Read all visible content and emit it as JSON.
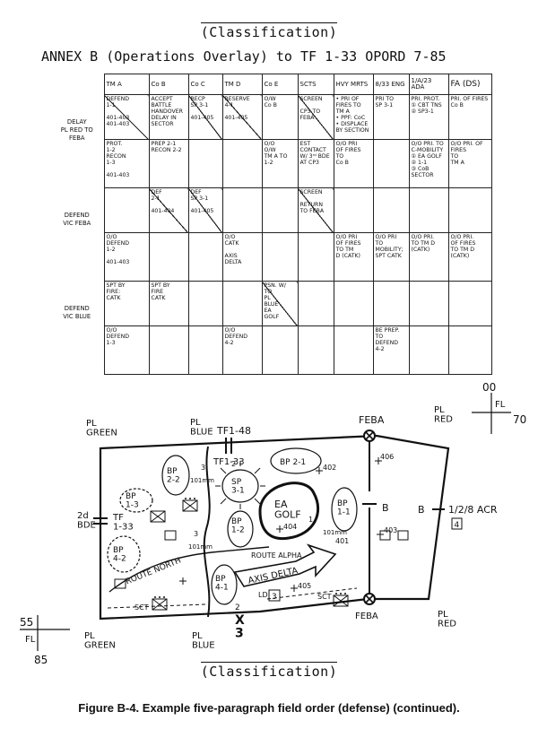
{
  "classification": "(Classification)",
  "annex_title": "ANNEX B (Operations Overlay) to TF 1-33 OPORD 7-85",
  "columns": [
    "TM A",
    "Co B",
    "Co C",
    "TM D",
    "Co E",
    "SCTS",
    "HVY MRTS",
    "8/33 ENG",
    "1/A/23 ADA",
    "FA (DS)"
  ],
  "phases": [
    {
      "label": "DELAY\nPL RED TO FEBA",
      "rows": [
        [
          "DEFEND\n1-1\n\n401-403\n401-403",
          "ACCEPT\nBATTLE\nHANDOVER\nDELAY IN\nSECTOR",
          "RECP\nSP 3-1\n\n401-405",
          "RESERVE\n4-1\n\n401-405",
          "O/W\nCo B",
          "SCREEN\n\nCP3 TO\nFEBA",
          "• PRI OF FIRES TO TM A\n• PPF: CoC\n• DISPLACE BY SECTION",
          "PRI TO\nSP 3-1",
          "PRI. PROT.\n① CBT TNS\n② SP3-1",
          "PRI. OF FIRES\nCo B"
        ],
        [
          "PROT.\n1-2\nRECON\n1-3\n\n401-403",
          "PREP 2-1\nRECON 2-2",
          "",
          "",
          "O/O\nO/W\nTM A TO\n1-2",
          "EST CONTACT\nW/ 3ʳᵈ BDE\nAT CP3",
          "O/O PRI\nOF FIRES\nTO\nCo B",
          "",
          "O/O PRI. TO\nC-MOBILITY\n① EA GOLF\n② 1-1\n③ CoB SECTOR",
          "O/O PRI. OF\nFIRES\nTO\nTM A"
        ]
      ]
    },
    {
      "label": "DEFEND\nVIC FEBA",
      "rows": [
        [
          "",
          "DEF\n2-1\n\n401-404",
          "DEF\nSP 3-1\n\n401-405",
          "",
          "",
          "SCREEN\n\nRETURN\nTO FEBA",
          "",
          "",
          "",
          ""
        ],
        [
          "O/O\nDEFEND\n1-2\n\n401-403",
          "",
          "",
          "O/O\nCATK\n\nAXIS\nDELTA",
          "",
          "",
          "O/O PRI\nOF FIRES\nTO TM\nD (CATK)",
          "O/O PRI\nTO\nMOBILITY;\nSPT CATK",
          "O/O PRI.\nTO TM D\n(CATK)",
          "O/O PRI.\nOF FIRES\nTO TM D\n(CATK)"
        ]
      ]
    },
    {
      "label": "DEFEND\nVIC BLUE",
      "rows": [
        [
          "SPT BY\nFIRE:\nCATK",
          "SPT BY\nFIRE\nCATK",
          "",
          "",
          "PSN. W/\nTO\nPL\nBLUE\nEA\nGOLF",
          "",
          "",
          "",
          "",
          ""
        ],
        [
          "O/O\nDEFEND\n1-3",
          "",
          "",
          "O/O DEFEND\n4-2",
          "",
          "",
          "",
          "BE PREP.\nTO\nDEFEND\n4-2",
          "",
          ""
        ]
      ]
    }
  ],
  "overlay": {
    "pl_green": "PL\nGREEN",
    "pl_blue": "PL\nBLUE",
    "pl_red": "PL\nRED",
    "feba": "FEBA",
    "tf148": "TF1-48",
    "tf133_top": "TF1-33",
    "tf133_left": "TF\n1-33",
    "bde": "2d\nBDE",
    "acr": "1/2/8 ACR",
    "acr_box": "4",
    "bp21": "BP 2-1",
    "bp22": "BP\n2-2",
    "bp13": "BP\n1-3",
    "bp12": "BP\n1-2",
    "bp11": "BP\n1-1",
    "bp41": "BP\n4-1",
    "bp42": "BP\n4-2",
    "sp31": "SP\n3-1",
    "ea_golf": "EA\nGOLF",
    "route_north": "ROUTE NORTH",
    "route_alpha": "ROUTE ALPHA",
    "axis_delta": "AXIS DELTA",
    "b_left": "B",
    "b_right": "B",
    "cp": "3",
    "ld": "LD",
    "ld_box": "3",
    "sct1": "SCT",
    "sct2": "SCT",
    "x_bottom": "X\n3",
    "n402": "402",
    "n403": "403",
    "n404": "404",
    "n405": "405",
    "n406": "406",
    "n401": "401",
    "n101a": "101mm",
    "n101b": "101mm",
    "n101c": "101mm",
    "grid_00": "00",
    "grid_70": "70",
    "grid_55": "55",
    "grid_85": "85",
    "fl_top": "FL",
    "fl_bot": "FL",
    "num2": "2",
    "n3": "3",
    "s3": "3",
    "s2": "2",
    "s1": "1"
  },
  "caption": "Figure B-4.   Example five-paragraph field order (defense) (continued)."
}
